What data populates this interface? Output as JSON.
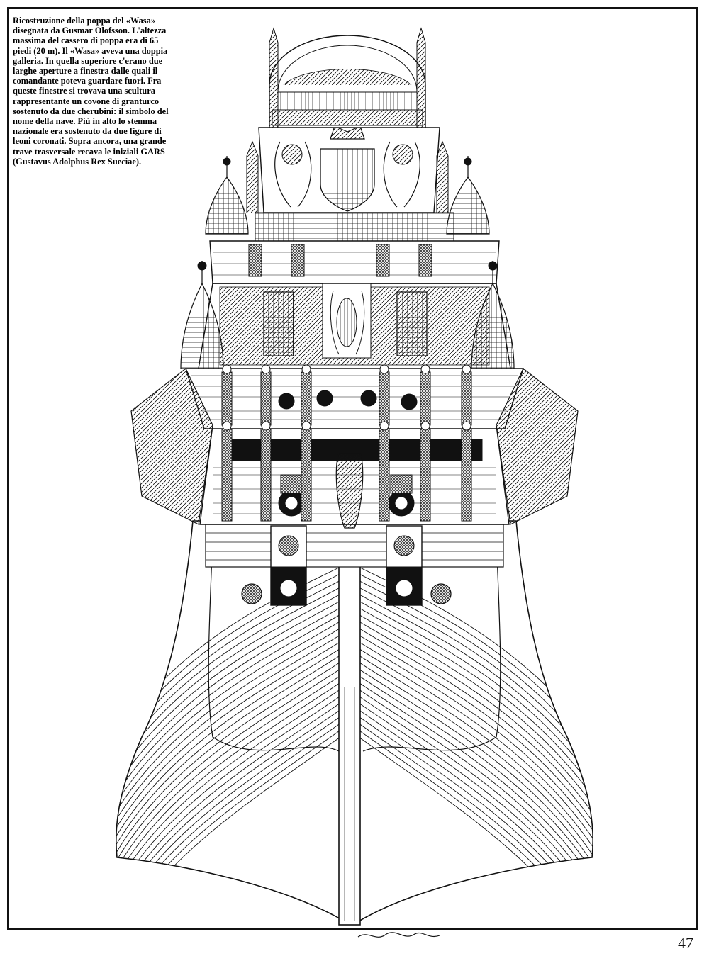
{
  "page": {
    "caption": "Ricostruzione della poppa del «Wasa» disegnata da Gusmar Olofsson. L'altezza massima del cassero di poppa era di 65 piedi (20 m). Il «Wasa» aveva una doppia galleria. In quella superiore c'erano due larghe aperture a finestra dalle quali il comandante poteva guardare fuori. Fra queste finestre si trovava una scultura rappresentante un covone di granturco sostenuto da due cherubini: il simbolo del nome della nave. Più in alto lo stemma nazionale era sostenuto da due figure di leoni coronati. Sopra ancora, una grande trave trasversale recava le iniziali GARS (Gustavus Adolphus Rex Sueciae).",
    "caption_lines": [
      "Ricostruzione della poppa del «Wasa»",
      "disegnata da Gusmar Olofsson. L'altezza",
      "massima del cassero di poppa era di 65",
      "piedi (20 m). Il «Wasa» aveva una doppia",
      "galleria. In quella superiore c'erano due",
      "larghe aperture a finestra dalle quali il",
      "comandante poteva guardare fuori. Fra",
      "queste finestre si trovava una scultura",
      "rappresentante un covone di granturco",
      "sostenuto da due cherubini: il simbolo del",
      "nome della nave. Più in alto lo stemma",
      "nazionale era sostenuto da due figure di",
      "leoni coronati. Sopra ancora, una grande",
      "trave trasversale recava le iniziali GARS",
      "(Gustavus Adolphus Rex Sueciae)."
    ],
    "page_number": "47"
  },
  "colors": {
    "ink": "#111111",
    "paper": "#ffffff"
  }
}
